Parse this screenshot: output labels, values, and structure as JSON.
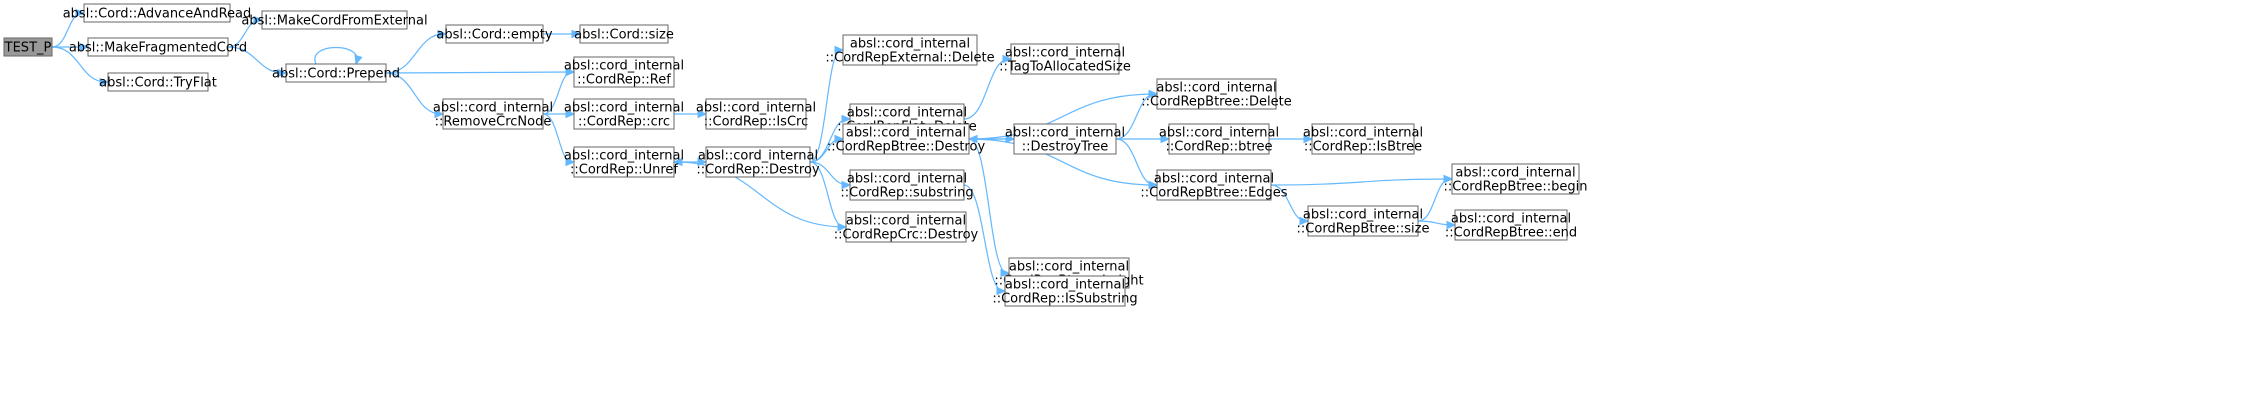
{
  "diagram": {
    "nodes": [
      {
        "id": "test_p",
        "lines": [
          "TEST_P"
        ]
      },
      {
        "id": "advance_and_read",
        "lines": [
          "absl::Cord::AdvanceAndRead"
        ]
      },
      {
        "id": "make_fragmented_cord",
        "lines": [
          "absl::MakeFragmentedCord"
        ]
      },
      {
        "id": "try_flat",
        "lines": [
          "absl::Cord::TryFlat"
        ]
      },
      {
        "id": "make_cord_from_external",
        "lines": [
          "absl::MakeCordFromExternal"
        ]
      },
      {
        "id": "prepend",
        "lines": [
          "absl::Cord::Prepend"
        ]
      },
      {
        "id": "cord_empty",
        "lines": [
          "absl::Cord::empty"
        ]
      },
      {
        "id": "cord_size",
        "lines": [
          "absl::Cord::size"
        ]
      },
      {
        "id": "remove_crc_node",
        "lines": [
          "absl::cord_internal",
          "::RemoveCrcNode"
        ]
      },
      {
        "id": "cordrep_ref",
        "lines": [
          "absl::cord_internal",
          "::CordRep::Ref"
        ]
      },
      {
        "id": "cordrep_crc",
        "lines": [
          "absl::cord_internal",
          "::CordRep::crc"
        ]
      },
      {
        "id": "cordrep_unref",
        "lines": [
          "absl::cord_internal",
          "::CordRep::Unref"
        ]
      },
      {
        "id": "cordrep_iscrc",
        "lines": [
          "absl::cord_internal",
          "::CordRep::IsCrc"
        ]
      },
      {
        "id": "cordrep_destroy",
        "lines": [
          "absl::cord_internal",
          "::CordRep::Destroy"
        ]
      },
      {
        "id": "external_delete",
        "lines": [
          "absl::cord_internal",
          "::CordRepExternal::Delete"
        ]
      },
      {
        "id": "flat_delete",
        "lines": [
          "absl::cord_internal",
          "::CordRepFlat::Delete"
        ]
      },
      {
        "id": "tag_to_allocated",
        "lines": [
          "absl::cord_internal",
          "::TagToAllocatedSize"
        ]
      },
      {
        "id": "btree_destroy",
        "lines": [
          "absl::cord_internal",
          "::CordRepBtree::Destroy"
        ]
      },
      {
        "id": "cordrep_substring",
        "lines": [
          "absl::cord_internal",
          "::CordRep::substring"
        ]
      },
      {
        "id": "crc_destroy",
        "lines": [
          "absl::cord_internal",
          "::CordRepCrc::Destroy"
        ]
      },
      {
        "id": "destroy_tree",
        "lines": [
          "absl::cord_internal",
          "::DestroyTree"
        ]
      },
      {
        "id": "btree_delete",
        "lines": [
          "absl::cord_internal",
          "::CordRepBtree::Delete"
        ]
      },
      {
        "id": "cordrep_btree",
        "lines": [
          "absl::cord_internal",
          "::CordRep::btree"
        ]
      },
      {
        "id": "cordrep_isbtree",
        "lines": [
          "absl::cord_internal",
          "::CordRep::IsBtree"
        ]
      },
      {
        "id": "btree_edges",
        "lines": [
          "absl::cord_internal",
          "::CordRepBtree::Edges"
        ]
      },
      {
        "id": "btree_height",
        "lines": [
          "absl::cord_internal",
          "::CordRepBtree::height"
        ]
      },
      {
        "id": "cordrep_issubstring",
        "lines": [
          "absl::cord_internal",
          "::CordRep::IsSubstring"
        ]
      },
      {
        "id": "btree_begin",
        "lines": [
          "absl::cord_internal",
          "::CordRepBtree::begin"
        ]
      },
      {
        "id": "btree_size",
        "lines": [
          "absl::cord_internal",
          "::CordRepBtree::size"
        ]
      },
      {
        "id": "btree_end",
        "lines": [
          "absl::cord_internal",
          "::CordRepBtree::end"
        ]
      }
    ],
    "edges": [
      [
        "test_p",
        "advance_and_read"
      ],
      [
        "test_p",
        "make_fragmented_cord"
      ],
      [
        "test_p",
        "try_flat"
      ],
      [
        "make_fragmented_cord",
        "make_cord_from_external"
      ],
      [
        "make_fragmented_cord",
        "prepend"
      ],
      [
        "prepend",
        "prepend"
      ],
      [
        "prepend",
        "cord_empty"
      ],
      [
        "prepend",
        "cordrep_ref"
      ],
      [
        "prepend",
        "remove_crc_node"
      ],
      [
        "cord_empty",
        "cord_size"
      ],
      [
        "remove_crc_node",
        "cordrep_ref"
      ],
      [
        "remove_crc_node",
        "cordrep_crc"
      ],
      [
        "remove_crc_node",
        "cordrep_unref"
      ],
      [
        "cordrep_crc",
        "cordrep_iscrc"
      ],
      [
        "cordrep_unref",
        "cordrep_destroy"
      ],
      [
        "cordrep_destroy",
        "external_delete"
      ],
      [
        "cordrep_destroy",
        "flat_delete"
      ],
      [
        "cordrep_destroy",
        "btree_destroy"
      ],
      [
        "cordrep_destroy",
        "cordrep_substring"
      ],
      [
        "cordrep_destroy",
        "crc_destroy"
      ],
      [
        "flat_delete",
        "tag_to_allocated"
      ],
      [
        "btree_destroy",
        "btree_delete"
      ],
      [
        "btree_destroy",
        "destroy_tree"
      ],
      [
        "btree_destroy",
        "btree_edges"
      ],
      [
        "btree_destroy",
        "btree_height"
      ],
      [
        "destroy_tree",
        "btree_destroy"
      ],
      [
        "destroy_tree",
        "btree_delete"
      ],
      [
        "destroy_tree",
        "cordrep_btree"
      ],
      [
        "destroy_tree",
        "btree_edges"
      ],
      [
        "cordrep_btree",
        "cordrep_isbtree"
      ],
      [
        "cordrep_substring",
        "cordrep_issubstring"
      ],
      [
        "crc_destroy",
        "cordrep_unref"
      ],
      [
        "btree_edges",
        "btree_begin"
      ],
      [
        "btree_edges",
        "btree_size"
      ],
      [
        "btree_size",
        "btree_begin"
      ],
      [
        "btree_size",
        "btree_end"
      ]
    ]
  }
}
